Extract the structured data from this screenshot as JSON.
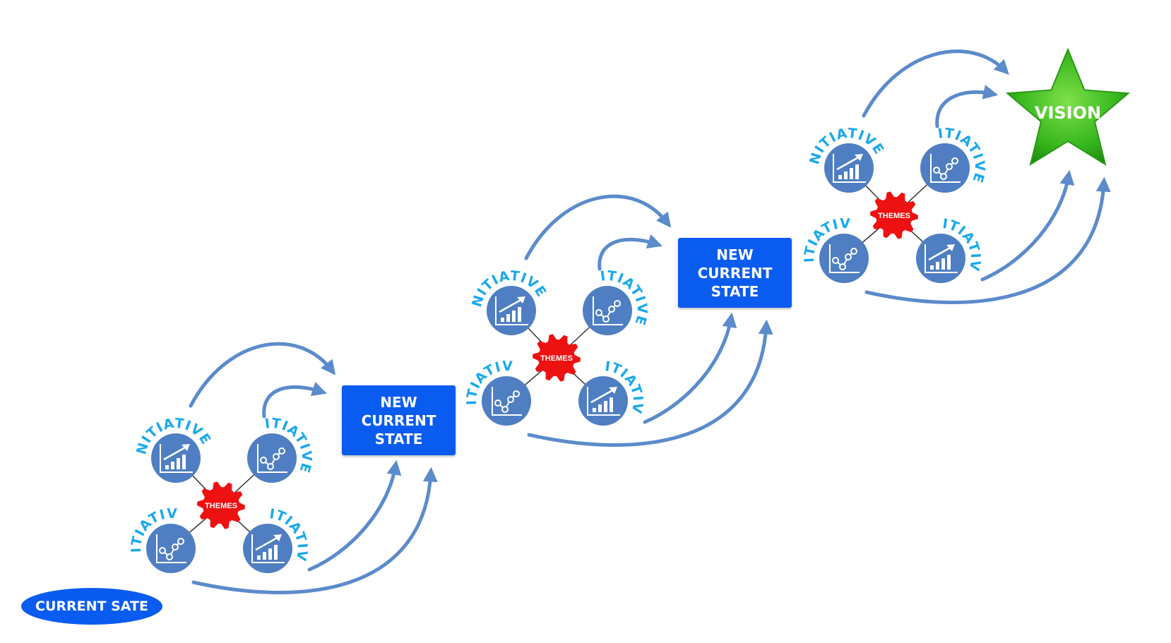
{
  "current_state": {
    "label": "CURRENT SATE"
  },
  "new_state_boxes": [
    {
      "line1": "NEW CURRENT",
      "line2": "STATE"
    },
    {
      "line1": "NEW CURRENT",
      "line2": "STATE"
    }
  ],
  "vision": {
    "label": "VISION"
  },
  "themes_label": "THEMES",
  "initiatives_label": "INITIATIVES",
  "colors": {
    "arrow": "#5b8bcb",
    "icon_circle": "#4f7fc2",
    "state_box": "#0a5cf0",
    "gear": "#ee1111",
    "initiatives_text": "#19a9ee",
    "star": "#3fbf1f"
  },
  "icons": [
    "bar-chart-growth-icon",
    "line-chart-icon",
    "gear-icon",
    "star-icon"
  ]
}
